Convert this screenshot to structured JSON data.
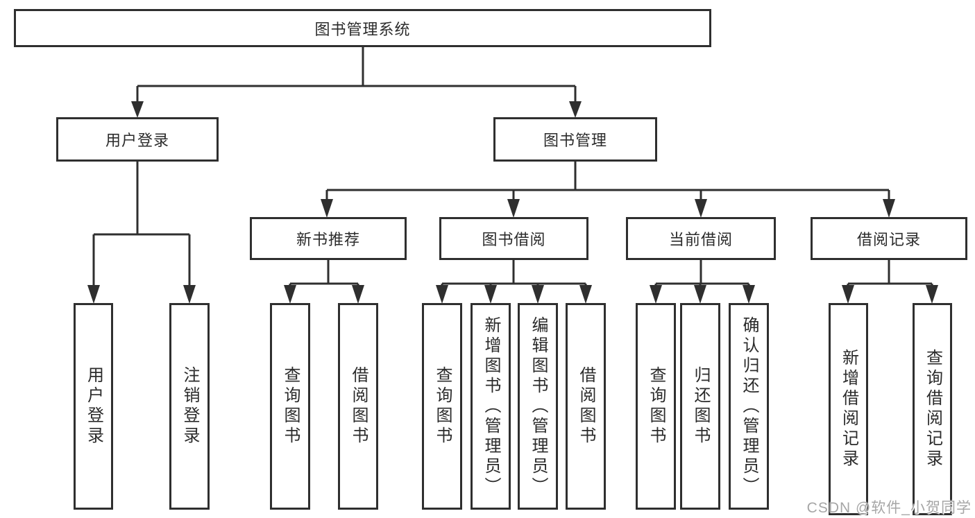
{
  "diagram": {
    "root": {
      "label": "图书管理系统"
    },
    "login": {
      "label": "用户登录",
      "children": {
        "login": {
          "label": "用户登录"
        },
        "logout": {
          "label": "注销登录"
        }
      }
    },
    "mgmt": {
      "label": "图书管理",
      "sections": {
        "recommend": {
          "label": "新书推荐",
          "children": {
            "query": {
              "label": "查询图书"
            },
            "borrow": {
              "label": "借阅图书"
            }
          }
        },
        "borrow": {
          "label": "图书借阅",
          "children": {
            "query": {
              "label": "查询图书"
            },
            "add": {
              "label": "新增图书（管理员）"
            },
            "edit": {
              "label": "编辑图书（管理员）"
            },
            "borrow": {
              "label": "借阅图书"
            }
          }
        },
        "current": {
          "label": "当前借阅",
          "children": {
            "query": {
              "label": "查询图书"
            },
            "return": {
              "label": "归还图书"
            },
            "confirm": {
              "label": "确认归还（管理员）"
            }
          }
        },
        "records": {
          "label": "借阅记录",
          "children": {
            "add": {
              "label": "新增借阅记录"
            },
            "query": {
              "label": "查询借阅记录"
            }
          }
        }
      }
    }
  },
  "watermark": {
    "text": "CSDN @软件_小贺同学"
  },
  "colors": {
    "line": "#2f2f2f",
    "box_border": "#2f2f2f",
    "box_fill": "#ffffff",
    "text": "#2b2b2b",
    "watermark": "#a6a6a6"
  }
}
